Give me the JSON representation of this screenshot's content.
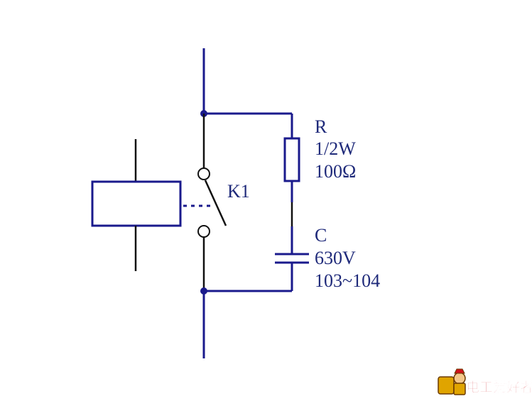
{
  "colors": {
    "wire": "#1a1a8c",
    "black_wire": "#111111",
    "label": "#1f2a7a",
    "background": "#ffffff",
    "logo_red": "#d0121b",
    "logo_gold": "#e0a400"
  },
  "labels": {
    "switch": "K1",
    "resistor_name": "R",
    "resistor_power": "1/2W",
    "resistor_value": "100Ω",
    "capacitor_name": "C",
    "capacitor_voltage": "630V",
    "capacitor_value": "103~104"
  },
  "watermark": {
    "text": "电工爱好者",
    "logo_icon": "electrician-figure-logo"
  }
}
